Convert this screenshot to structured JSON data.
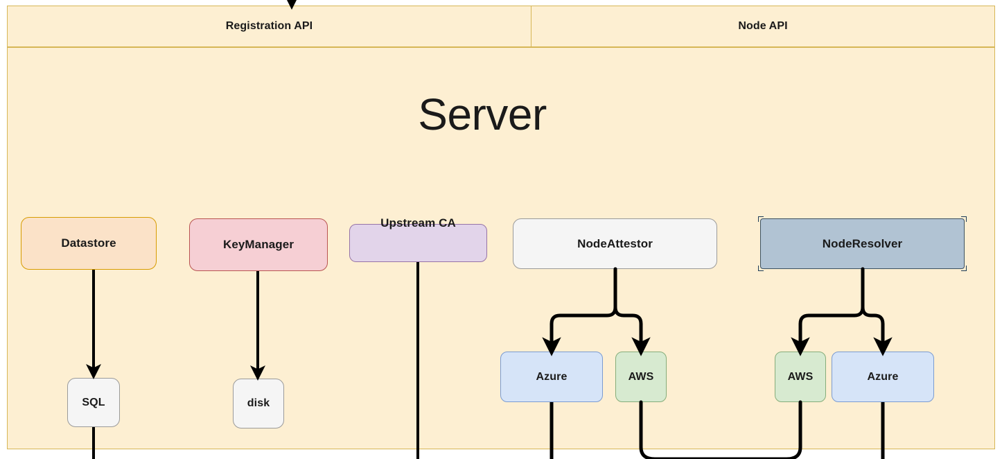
{
  "diagram": {
    "type": "architecture-flow",
    "background": "#ffffff",
    "panel": {
      "name": "Server",
      "title": "Server",
      "fill": "#fdefd2",
      "stroke": "#d6b656",
      "headers": [
        {
          "label": "Registration API"
        },
        {
          "label": "Node API"
        }
      ]
    },
    "nodes": [
      {
        "id": "datastore",
        "label": "Datastore",
        "fill": "#fbe2c8",
        "stroke": "#d79b00"
      },
      {
        "id": "keymanager",
        "label": "KeyManager",
        "fill": "#f6cfd4",
        "stroke": "#b85450"
      },
      {
        "id": "upstreamca",
        "label": "Upstream CA",
        "fill": "#e2d4ea",
        "stroke": "#9673a6"
      },
      {
        "id": "nodeattestor",
        "label": "NodeAttestor",
        "fill": "#f5f5f5",
        "stroke": "#9a9a9a"
      },
      {
        "id": "noderesolver",
        "label": "NodeResolver",
        "fill": "#b1c3d3",
        "stroke": "#3c5161",
        "selected": true
      },
      {
        "id": "sql",
        "label": "SQL",
        "fill": "#f5f5f5",
        "stroke": "#9a9a9a"
      },
      {
        "id": "disk",
        "label": "disk",
        "fill": "#f5f5f5",
        "stroke": "#9a9a9a"
      },
      {
        "id": "attestor-azure",
        "label": "Azure",
        "fill": "#d6e4f8",
        "stroke": "#7a9bd1"
      },
      {
        "id": "attestor-aws",
        "label": "AWS",
        "fill": "#d7ead0",
        "stroke": "#85ad7a"
      },
      {
        "id": "resolver-aws",
        "label": "AWS",
        "fill": "#d7ead0",
        "stroke": "#85ad7a"
      },
      {
        "id": "resolver-azure",
        "label": "Azure",
        "fill": "#d6e4f8",
        "stroke": "#7a9bd1"
      }
    ],
    "edges": [
      {
        "from": "datastore",
        "to": "sql",
        "arrow": true
      },
      {
        "from": "keymanager",
        "to": "disk",
        "arrow": true
      },
      {
        "from": "upstreamca",
        "to": "below-panel",
        "arrow": false
      },
      {
        "from": "nodeattestor",
        "to": "attestor-azure",
        "arrow": true
      },
      {
        "from": "nodeattestor",
        "to": "attestor-aws",
        "arrow": true
      },
      {
        "from": "noderesolver",
        "to": "resolver-aws",
        "arrow": true
      },
      {
        "from": "noderesolver",
        "to": "resolver-azure",
        "arrow": true
      },
      {
        "from": "sql",
        "to": "below-panel",
        "arrow": false
      },
      {
        "from": "attestor-azure",
        "to": "below-panel",
        "arrow": false
      },
      {
        "from": "resolver-azure",
        "to": "below-panel",
        "arrow": false
      },
      {
        "from": "attestor-aws",
        "to": "resolver-aws",
        "arrow": false,
        "routing": "bottom-loop"
      },
      {
        "from": "above",
        "to": "registration-api-header",
        "arrow": true
      }
    ],
    "edge_color": "#000000"
  }
}
